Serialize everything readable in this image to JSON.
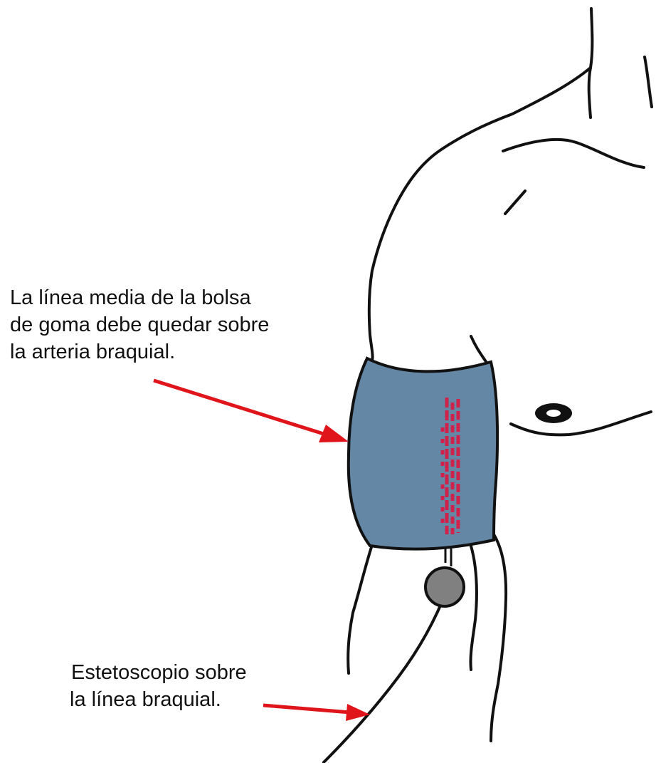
{
  "annotations": {
    "cuff_note": {
      "lines": [
        "La línea media de la bolsa",
        "de goma debe quedar sobre",
        "la arteria braquial."
      ]
    },
    "stethoscope_note": {
      "lines": [
        "Estetoscopio sobre",
        "la línea braquial."
      ]
    }
  },
  "colors": {
    "cuff_fill": "#6587a6",
    "midline_marks": "#d0214a",
    "arrow": "#e0151b",
    "stethoscope_head": "#808080",
    "outline": "#111111"
  }
}
